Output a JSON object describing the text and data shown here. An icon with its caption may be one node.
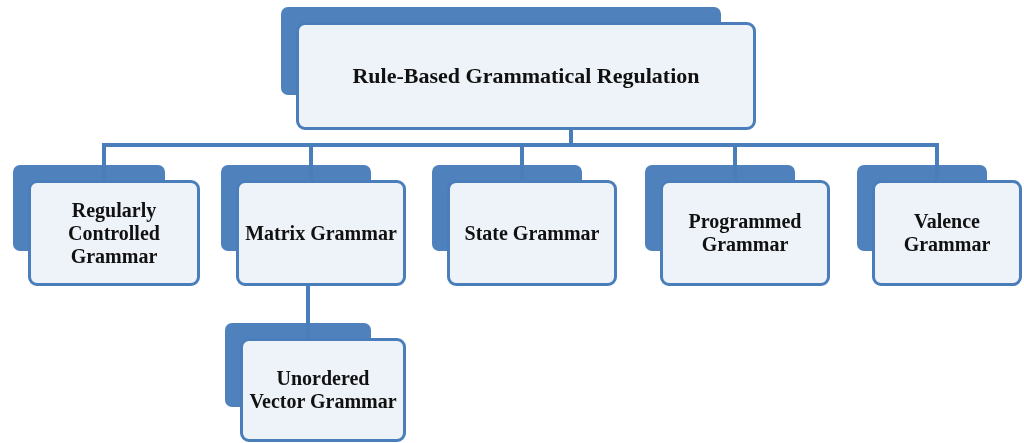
{
  "diagram": {
    "nodes": [
      {
        "text": [
          "Rule-Based Grammatical Regulation"
        ]
      },
      {
        "text": [
          "Regularly Controlled Grammar"
        ]
      },
      {
        "text": [
          "Matrix Grammar"
        ]
      },
      {
        "text": [
          "State Grammar"
        ]
      },
      {
        "text": [
          "Programmed Grammar"
        ]
      },
      {
        "text": [
          "Valence Grammar"
        ]
      },
      {
        "text": [
          "Unordered Vector Grammar"
        ]
      }
    ],
    "edges": [
      {
        "from": 0,
        "to": 1,
        "arrow": "none"
      },
      {
        "from": 0,
        "to": 2,
        "arrow": "none"
      },
      {
        "from": 0,
        "to": 3,
        "arrow": "none"
      },
      {
        "from": 0,
        "to": 4,
        "arrow": "none"
      },
      {
        "from": 0,
        "to": 5,
        "arrow": "none"
      },
      {
        "from": 2,
        "to": 6,
        "arrow": "none"
      }
    ]
  }
}
